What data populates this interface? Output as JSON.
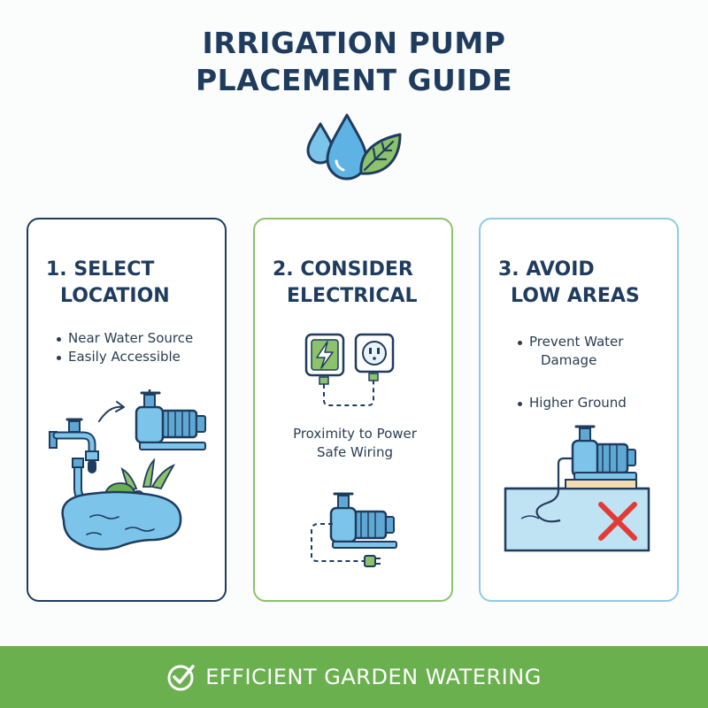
{
  "title": {
    "line1": "IRRIGATION PUMP",
    "line2": "PLACEMENT GUIDE"
  },
  "cards": [
    {
      "heading_line1": "1. SELECT",
      "heading_line2": "LOCATION",
      "bullets": [
        "Near Water Source",
        "Easily Accessible"
      ],
      "illustration": "faucet-pump-pond-icon",
      "border_color": "#1f3c5f"
    },
    {
      "heading_line1": "2. CONSIDER",
      "heading_line2": "ELECTRICAL",
      "caption_lines": [
        "Proximity to Power",
        "Safe Wiring"
      ],
      "illustration": "power-outlet-pump-icon",
      "border_color": "#8cc26b"
    },
    {
      "heading_line1": "3. AVOID",
      "heading_line2": "LOW AREAS",
      "bullets": [
        "Prevent Water",
        "Damage",
        "Higher Ground"
      ],
      "illustration": "pump-on-platform-flood-icon",
      "border_color": "#8fcbe2"
    }
  ],
  "footer": {
    "text": "EFFICIENT GARDEN WATERING",
    "icon": "check-circle-icon",
    "background": "#6bb04e"
  },
  "logo_icon": "water-drops-leaf-icon",
  "colors": {
    "navy": "#1f3c5f",
    "water_blue": "#6bb6e3",
    "green": "#6bb04e",
    "red": "#e53935"
  }
}
